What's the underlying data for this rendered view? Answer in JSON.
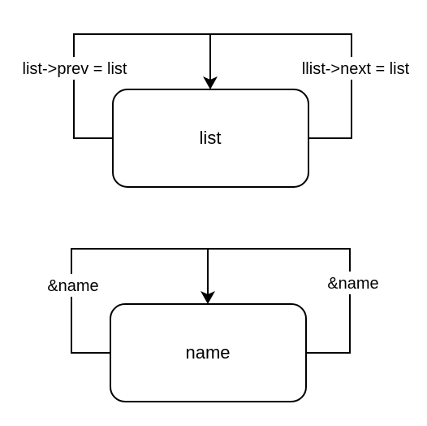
{
  "diagrams": [
    {
      "node": {
        "label": "list"
      },
      "left_loop_label": "list->prev = list",
      "right_loop_label": "llist->next = list"
    },
    {
      "node": {
        "label": "name"
      },
      "left_loop_label": "&name",
      "right_loop_label": "&name"
    }
  ]
}
